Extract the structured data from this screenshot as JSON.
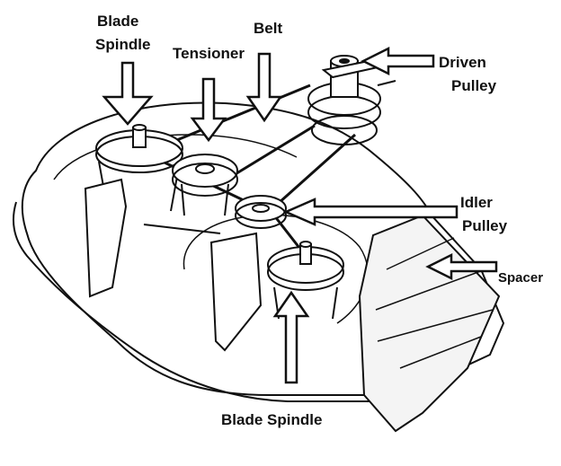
{
  "labels": {
    "blade_spindle_top_line1": "Blade",
    "blade_spindle_top_line2": "Spindle",
    "tensioner": "Tensioner",
    "belt": "Belt",
    "driven_pulley_line1": "Driven",
    "driven_pulley_line2": "Pulley",
    "idler_pulley_line1": "Idler",
    "idler_pulley_line2": "Pulley",
    "spacer": "Spacer",
    "blade_spindle_bottom": "Blade Spindle"
  },
  "colors": {
    "line": "#111111",
    "background": "#ffffff",
    "shade": "#e9e9e9"
  }
}
